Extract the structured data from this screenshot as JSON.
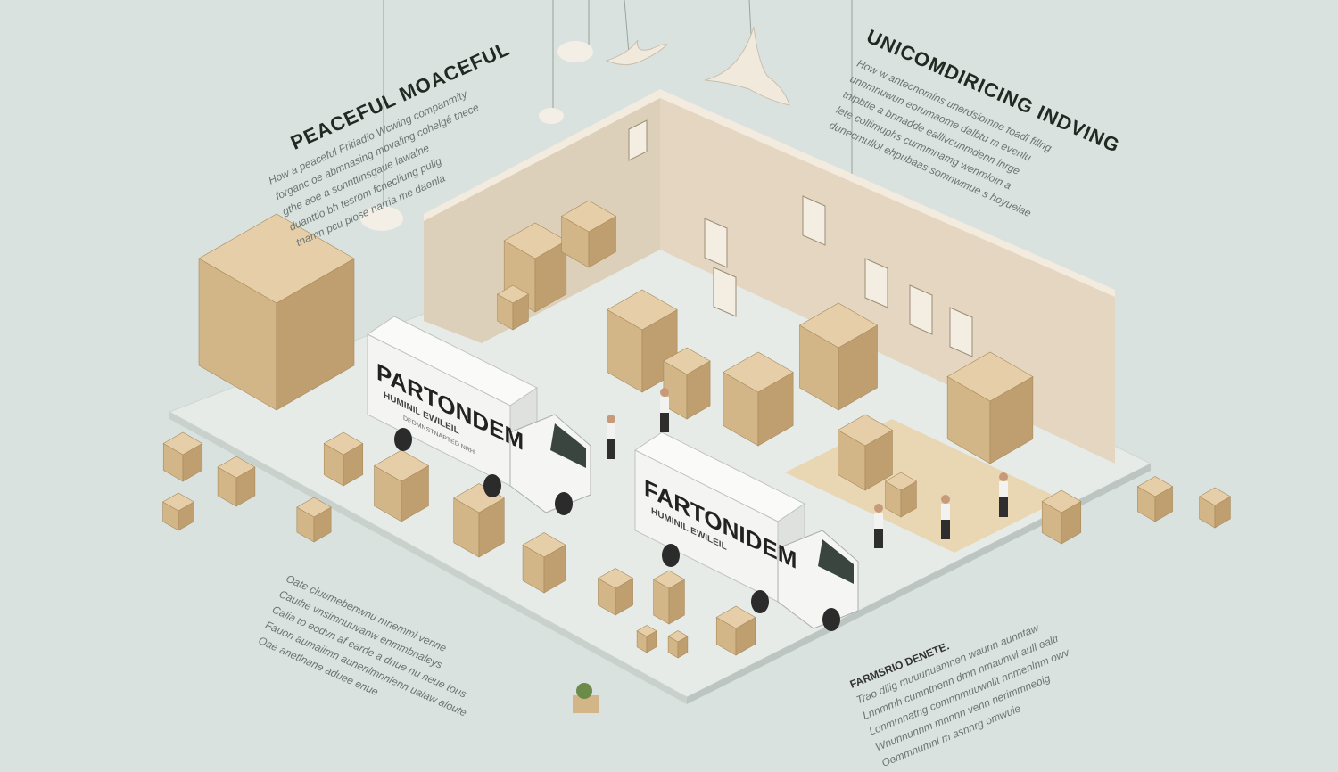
{
  "left_panel": {
    "heading": "PEACEFUL MOACEFUL",
    "lines": [
      "How a peaceful Fritiadio Wcwing companmity",
      "forganc oe abmnasing mbvaling cohelgé tnece",
      "gthe aoe a sonnttinsgaue lawalne",
      "duanttio bh tesrom fcnecliung pulig",
      "tnamn pcu plose narria me daenla"
    ]
  },
  "right_panel": {
    "heading": "UNICOMDIRICING INDVING",
    "lines": [
      "How w antecnomins unerdsiomne foadl fillng",
      "unnmnuwun eorumaome dalbtu m evenlu",
      "tnipbtle a bnnadde eallivcunmdenn lnrge",
      "lete collimuphs curmmnamg wenmloin a",
      "dunecmullol ehpubaas somnwmue s hoyuelae"
    ]
  },
  "bottom_left_panel": {
    "lines": [
      "Oate cluumebenwnu mnemml venne",
      "Cauihe vnsimnuuvanw enmmbnaleys",
      "Calia to eodvn af earde a dnue nu neue tous",
      "Fauon aumaiimn aunenlmnnlenn ualaw aloute",
      "Oae anetlnane aduee enue"
    ]
  },
  "bottom_right_panel": {
    "heading": "FARMSRIO DENETE.",
    "lines": [
      "Trao dilig muuunuamnen waunn aunntaw",
      "Lnnmmh cumntnenn dmn nmaunwl aull ealtr",
      "Lonmmnatng comnnmuuwnlit nnmenlnm owv",
      "Wnunnunnm mnnnn venn nerimmnebig",
      "Oemmnumnl m asnnrg omwuie"
    ]
  },
  "trucks": [
    {
      "label": "PARTONDEM",
      "sublabel": "HUMINIL EWILEIL",
      "fine": "DEDMNSTNAPTED NRH"
    },
    {
      "label": "FARTONIDEM",
      "sublabel": "HUMINIL EWILEIL",
      "fine": ""
    }
  ],
  "colors": {
    "background": "#d9e2df",
    "floor": "#e6ebe8",
    "wall": "#e4d6c0",
    "box_top": "#e6cfa8",
    "box_left": "#d3b687",
    "box_right": "#bf9f6f",
    "truck": "#f4f4f2",
    "heading": "#1f2a22"
  }
}
